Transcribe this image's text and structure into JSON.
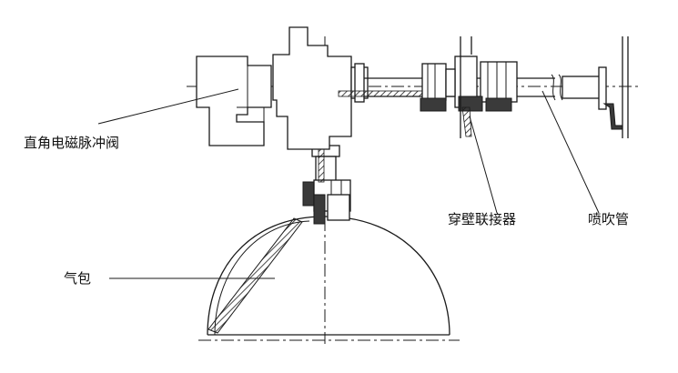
{
  "labels": {
    "valve": "直角电磁脉冲阀",
    "bulkhead": "穿壁联接器",
    "blowpipe": "喷吹管",
    "airbag": "气包"
  },
  "colors": {
    "line": "#1a1a1a",
    "background": "#ffffff",
    "hatch": "#3a3a3a"
  }
}
